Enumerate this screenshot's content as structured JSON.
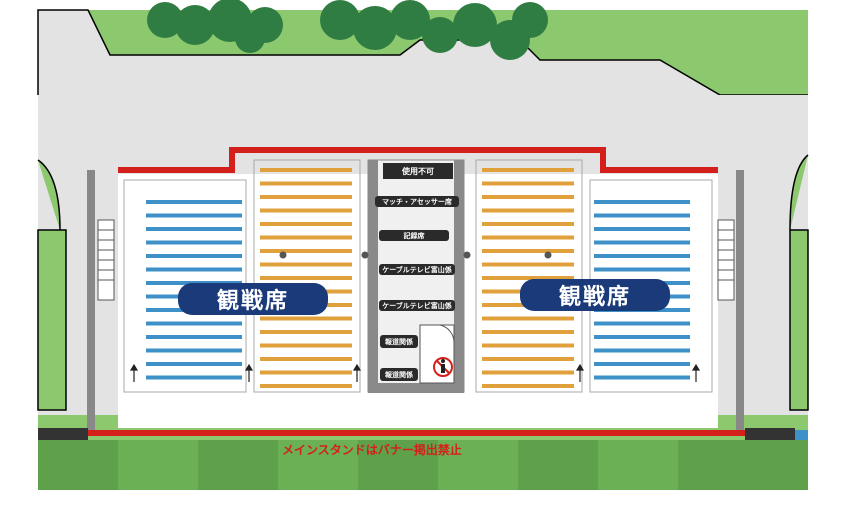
{
  "map": {
    "labels": {
      "seating_left": "観戦席",
      "seating_right": "観戦席",
      "not_usable": "使用不可",
      "match_assessor": "マッチ・アセッサー席",
      "record": "記録席",
      "cable_tv_1": "ケーブルテレビ富山係",
      "cable_tv_2": "ケーブルテレビ富山係",
      "press_1": "報道関係",
      "press_2": "報道関係"
    },
    "banner_notice": "メインスタンドはバナー掲出禁止",
    "colors": {
      "grass": "#8cc86e",
      "pitch": "#5fa14a",
      "road": "#e3e3e3",
      "stand_outline": "#d4201a",
      "seat_blue": "#3d91c8",
      "seat_orange": "#e0a03c",
      "label_blue": "#1b3a7a",
      "tree": "#2f7d43"
    },
    "icons": [
      "no-entry-person-icon",
      "up-arrow-icon",
      "stair-icon",
      "tree-icon"
    ]
  }
}
